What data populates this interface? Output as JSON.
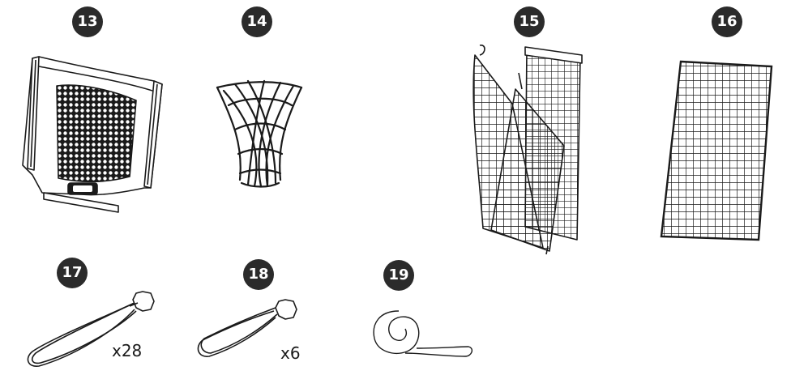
{
  "parts": [
    {
      "id": "13",
      "name": "net-target-frame",
      "qty": ""
    },
    {
      "id": "14",
      "name": "cone-net",
      "qty": ""
    },
    {
      "id": "15",
      "name": "folded-nets",
      "qty": ""
    },
    {
      "id": "16",
      "name": "flat-net",
      "qty": ""
    },
    {
      "id": "17",
      "name": "bungee-cord-long",
      "qty": "x28"
    },
    {
      "id": "18",
      "name": "bungee-cord-short",
      "qty": "x6"
    },
    {
      "id": "19",
      "name": "rolled-strap",
      "qty": ""
    }
  ],
  "colors": {
    "badge": "#2b2b2b",
    "line": "#1a1a1a",
    "background": "#ffffff"
  }
}
